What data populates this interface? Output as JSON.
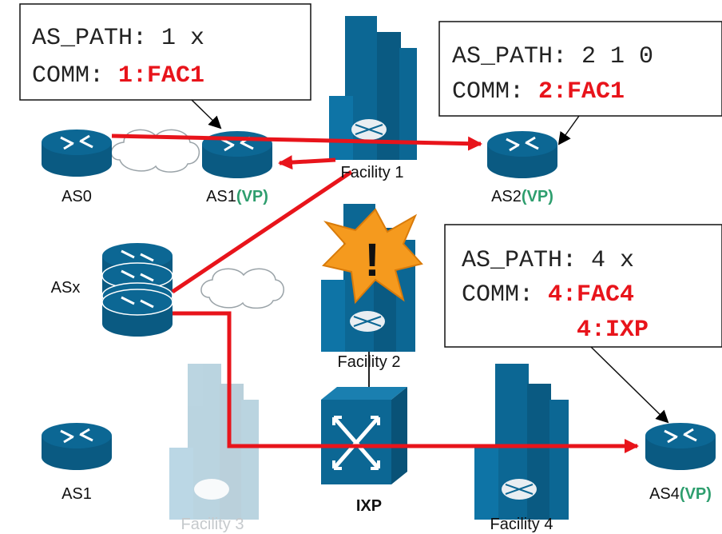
{
  "routers": {
    "as0": "AS0",
    "as1_top": "AS1",
    "as2": "AS2",
    "asx": "ASx",
    "as1_bottom": "AS1",
    "as4": "AS4",
    "vp_tag": "(VP)"
  },
  "facilities": {
    "f1": "Facility 1",
    "f2": "Facility 2",
    "f3": "Facility 3",
    "f4": "Facility 4",
    "ixp": "IXP"
  },
  "boxes": {
    "left": {
      "path_line": "AS_PATH: 1 x",
      "comm_prefix": "COMM: ",
      "comm_value": "1:FAC1"
    },
    "top_right": {
      "path_line": "AS_PATH: 2 1 0",
      "comm_prefix": "COMM: ",
      "comm_value": "2:FAC1"
    },
    "bottom_right": {
      "path_line": "AS_PATH: 4 x",
      "comm_prefix": "COMM: ",
      "comm_value": "4:FAC4",
      "comm_value2": "4:IXP"
    }
  },
  "alert_symbol": "!",
  "colors": {
    "router_blue": "#0c6794",
    "building_blue": "#0c6794",
    "arrow_red": "#e8141b",
    "vp_green": "#2e9e6e",
    "alert_orange": "#f59a1e"
  }
}
